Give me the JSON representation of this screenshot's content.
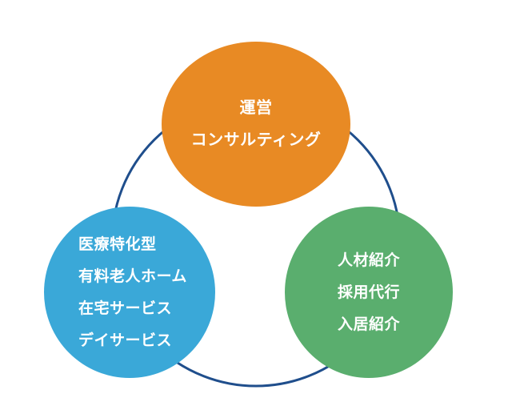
{
  "colors": {
    "ring": "#1f4e8c",
    "top": "#e88a24",
    "left": "#3aa8d8",
    "right": "#5aae6e"
  },
  "nodes": {
    "top": {
      "lines": [
        "運営",
        "コンサルティング"
      ]
    },
    "left": {
      "lines": [
        "医療特化型",
        "有料老人ホーム",
        "在宅サービス",
        "デイサービス"
      ]
    },
    "right": {
      "lines": [
        "人材紹介",
        "採用代行",
        "入居紹介"
      ]
    }
  }
}
